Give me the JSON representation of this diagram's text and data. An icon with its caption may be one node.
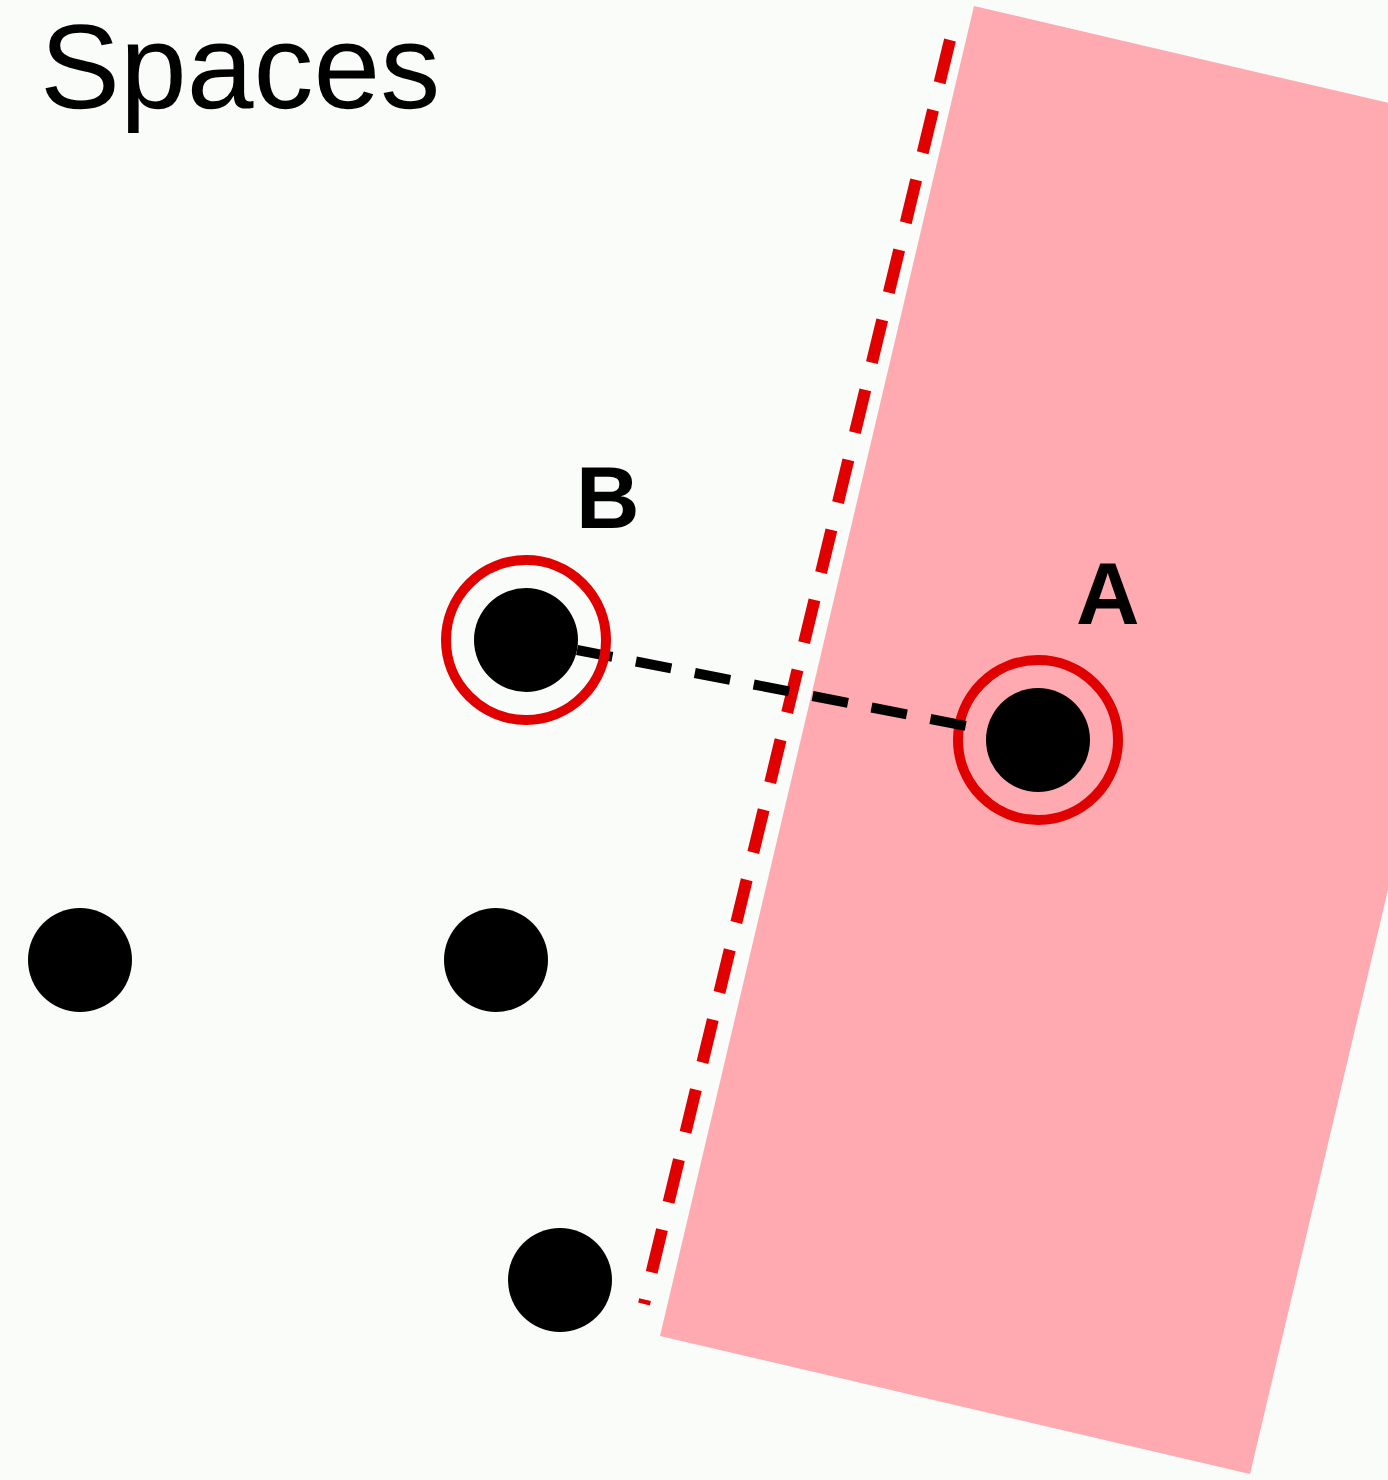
{
  "diagram": {
    "title": "Spaces",
    "nodes": [
      {
        "text": [],
        "shape": "box"
      },
      {
        "text": [],
        "shape": "circle",
        "beside": [
          "B"
        ]
      },
      {
        "text": [],
        "shape": "circle",
        "beside": [
          "A"
        ],
        "in": 0
      },
      {
        "text": [],
        "shape": "circle"
      },
      {
        "text": [],
        "shape": "circle"
      },
      {
        "text": [],
        "shape": "circle"
      }
    ],
    "edges": [
      {
        "from": 1,
        "to": 2,
        "arrow": "none",
        "style": "dashed"
      }
    ]
  }
}
